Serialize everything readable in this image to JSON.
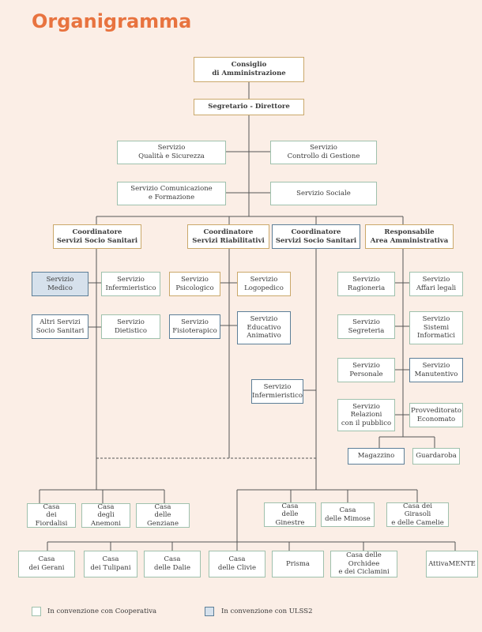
{
  "title": "Organigramma",
  "boxes": {
    "consiglio": "Consiglio\ndi Amministrazione",
    "segretario": "Segretario - Direttore",
    "qualita": "Servizio\nQualità e Sicurezza",
    "controllo": "Servizio\nControllo di Gestione",
    "comunicazione": "Servizio Comunicazione\ne Formazione",
    "sociale": "Servizio Sociale",
    "coord1": "Coordinatore\nServizi Socio Sanitari",
    "coord2": "Coordinatore\nServizi Riabilitativi",
    "coord3": "Coordinatore\nServizi Socio Sanitari",
    "resp": "Responsabile\nArea Amministrativa",
    "medico": "Servizio\nMedico",
    "inferm1": "Servizio\nInfermieristico",
    "altri": "Altri Servizi\nSocio Sanitari",
    "dietistico": "Servizio\nDietistico",
    "psicologico": "Servizio\nPsicologico",
    "logopedico": "Servizio\nLogopedico",
    "fisioterapico": "Servizio\nFisioterapico",
    "educativo": "Servizio\nEducativo\nAnimativo",
    "inferm2": "Servizio\nInfermieristico",
    "ragioneria": "Servizio\nRagioneria",
    "affari": "Servizio\nAffari legali",
    "segreteria": "Servizio\nSegreteria",
    "sistemi": "Servizio\nSistemi\nInformatici",
    "personale": "Servizio\nPersonale",
    "manutentivo": "Servizio\nManutentivo",
    "relazioni": "Servizio\nRelazioni\ncon il pubblico",
    "provveditorato": "Provveditorato\nEconomato",
    "magazzino": "Magazzino",
    "guardaroba": "Guardaroba",
    "fiordalisi": "Casa\ndei Fiordalisi",
    "anemoni": "Casa\ndegli Anemoni",
    "genziane": "Casa\ndelle Genziane",
    "ginestre": "Casa\ndelle Ginestre",
    "mimose": "Casa\ndelle Mimose",
    "girasoli": "Casa dei Girasoli\ne delle Camelie",
    "gerani": "Casa\ndei Gerani",
    "tulipani": "Casa\ndei Tulipani",
    "dalie": "Casa\ndelle Dalie",
    "clivie": "Casa\ndelle Clivie",
    "prisma": "Prisma",
    "orchidee": "Casa delle Orchidee\ne dei Ciclamini",
    "attivamente": "AttivaMENTE"
  },
  "legend": {
    "cooperativa": "In convenzione con Cooperativa",
    "ulss": "In convenzione con ULSS2"
  },
  "colors": {
    "title": "#e8733f",
    "border_green": "#9fc1ad",
    "border_gold": "#caa86a",
    "border_blue": "#5d7f98",
    "fill_ulss": "#d6e1ec"
  }
}
